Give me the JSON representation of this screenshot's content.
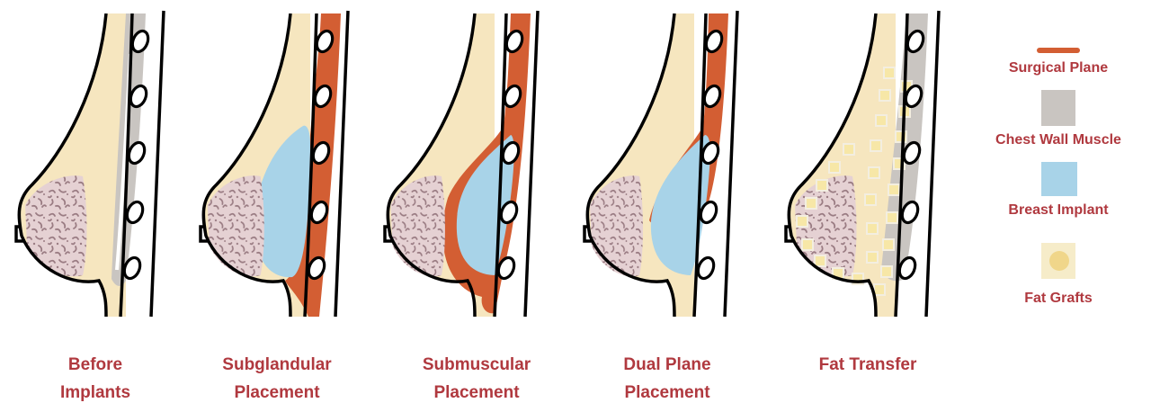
{
  "panels": [
    {
      "line1": "Before",
      "line2": "Implants"
    },
    {
      "line1": "Subglandular",
      "line2": "Placement"
    },
    {
      "line1": "Submuscular",
      "line2": "Placement"
    },
    {
      "line1": "Dual Plane",
      "line2": "Placement"
    },
    {
      "line1": "Fat Transfer",
      "line2": ""
    }
  ],
  "legend": {
    "surgical_plane": "Surgical Plane",
    "chest_wall_muscle": "Chest Wall Muscle",
    "breast_implant": "Breast Implant",
    "fat_grafts": "Fat Grafts"
  },
  "colors": {
    "skin": "#f6e6bf",
    "muscle": "#c9c5c1",
    "implant": "#a8d3e8",
    "surgical": "#d35e33",
    "gland": "#e5d1d3",
    "label": "#b0393f"
  }
}
